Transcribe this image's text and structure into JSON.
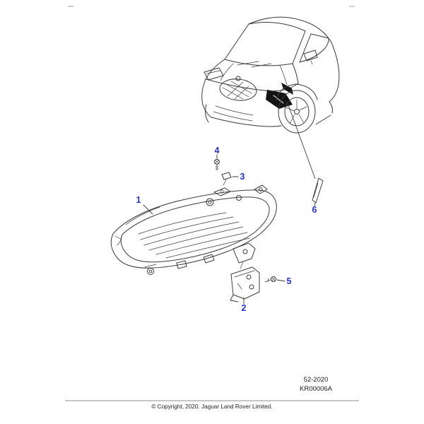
{
  "figure": {
    "section_code": "52-2020",
    "figure_code": "KR00006A",
    "copyright": "© Copyright, 2020. Jaguar Land Rover Limited."
  },
  "colors": {
    "callout_blue": "#2633cc",
    "line_dark": "#3a3a3a"
  },
  "callouts": [
    {
      "label": "1"
    },
    {
      "label": "2"
    },
    {
      "label": "3"
    },
    {
      "label": "4"
    },
    {
      "label": "5"
    },
    {
      "label": "6"
    }
  ]
}
